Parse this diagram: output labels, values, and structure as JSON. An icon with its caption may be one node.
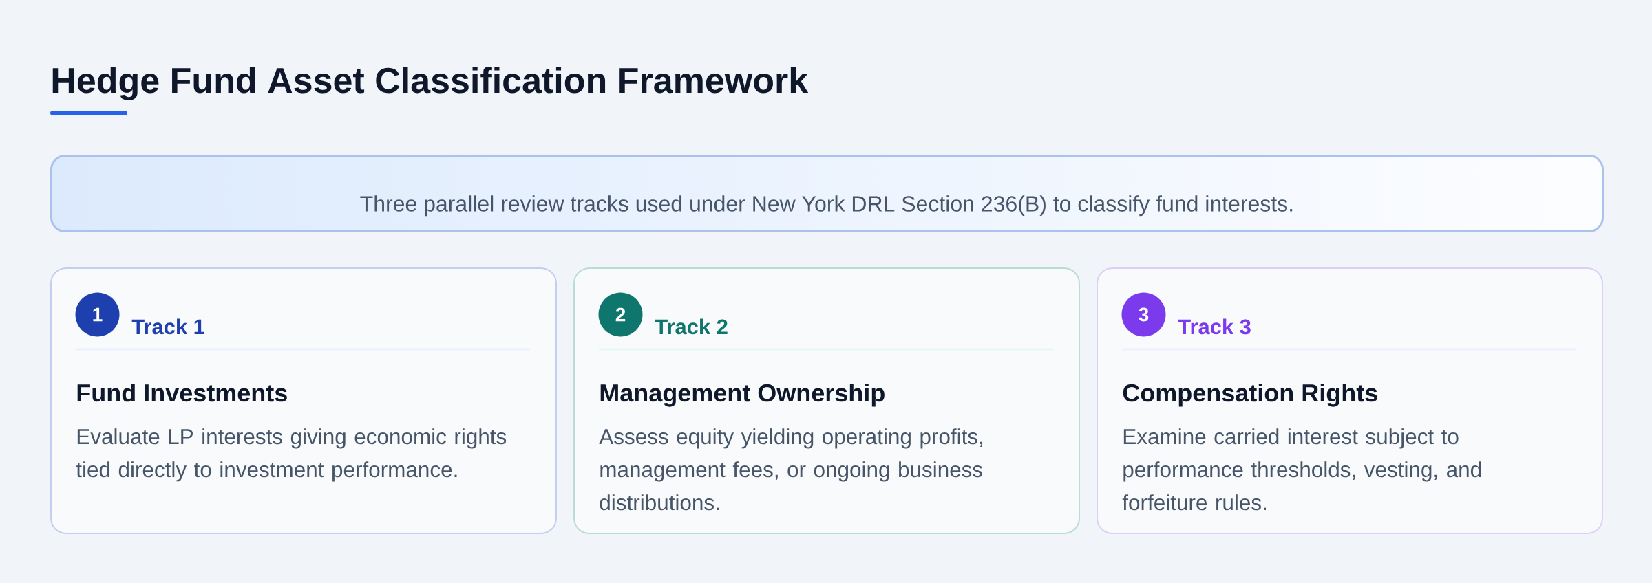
{
  "diagram": {
    "title": "Hedge Fund Asset Classification Framework",
    "nodes": [
      {
        "text": [
          "Three parallel review tracks used under New York DRL Section 236(B) to classify fund interests."
        ]
      },
      {
        "text": [
          "Track 1",
          "Fund Investments",
          "Evaluate LP interests giving economic rights tied directly to investment performance."
        ]
      },
      {
        "text": [
          "1"
        ],
        "in": 1
      },
      {
        "text": [
          "Track 2",
          "Management Ownership",
          "Assess equity yielding operating profits, management fees, or ongoing business distributions."
        ]
      },
      {
        "text": [
          "2"
        ],
        "in": 3
      },
      {
        "text": [
          "Track 3",
          "Compensation Rights",
          "Examine carried interest subject to performance thresholds, vesting, and forfeiture rules."
        ]
      },
      {
        "text": [
          "3"
        ],
        "in": 5
      }
    ]
  }
}
